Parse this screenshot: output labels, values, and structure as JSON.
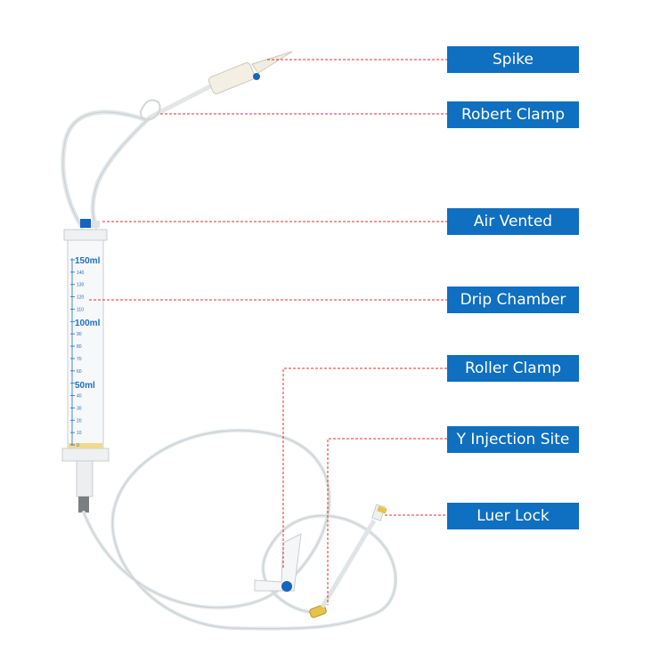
{
  "labels": [
    {
      "id": "spike",
      "text": "Spike"
    },
    {
      "id": "robert-clamp",
      "text": "Robert Clamp"
    },
    {
      "id": "air-vented",
      "text": "Air Vented"
    },
    {
      "id": "drip-chamber",
      "text": "Drip Chamber"
    },
    {
      "id": "roller-clamp",
      "text": "Roller Clamp"
    },
    {
      "id": "y-injection-site",
      "text": "Y Injection Site"
    },
    {
      "id": "luer-lock",
      "text": "Luer Lock"
    }
  ],
  "chamber_scale": {
    "major": [
      "150ml",
      "100ml",
      "50ml"
    ],
    "minor": [
      "140",
      "130",
      "120",
      "110",
      "90",
      "80",
      "70",
      "60",
      "40",
      "30",
      "20",
      "10",
      "0"
    ]
  },
  "colors": {
    "label_bg": "#0f6fc0",
    "label_text": "#ffffff",
    "leader_line": "#e03030",
    "scale_text": "#1f6fc2",
    "tube": "#e4e8ea",
    "blue_cap": "#1565c0",
    "luer_yellow": "#e8c34a"
  }
}
